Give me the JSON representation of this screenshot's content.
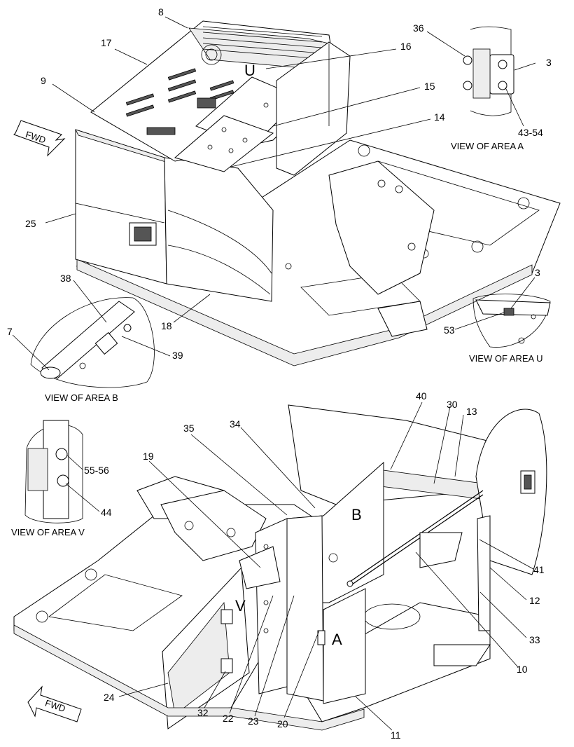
{
  "callouts": {
    "c8": "8",
    "c17": "17",
    "c16": "16",
    "c9": "9",
    "c15": "15",
    "c14": "14",
    "c25": "25",
    "c18": "18",
    "c38": "38",
    "c7": "7",
    "c39": "39",
    "c36": "36",
    "c3a": "3",
    "c4354": "43-54",
    "c3b": "3",
    "c53": "53",
    "c40": "40",
    "c30": "30",
    "c13": "13",
    "c35": "35",
    "c34": "34",
    "c19": "19",
    "c5556": "55-56",
    "c44": "44",
    "c41": "41",
    "c12": "12",
    "c33": "33",
    "c10": "10",
    "c24": "24",
    "c32": "32",
    "c22": "22",
    "c23": "23",
    "c20": "20",
    "c11": "11"
  },
  "area_letters": {
    "u": "U",
    "b": "B",
    "v": "V",
    "a": "A"
  },
  "captions": {
    "area_a": "VIEW OF AREA  A",
    "area_u": "VIEW OF AREA  U",
    "area_b": "VIEW OF AREA  B",
    "area_v": "VIEW OF AREA  V"
  },
  "fwd": {
    "top": "FWD",
    "bottom": "FWD"
  }
}
